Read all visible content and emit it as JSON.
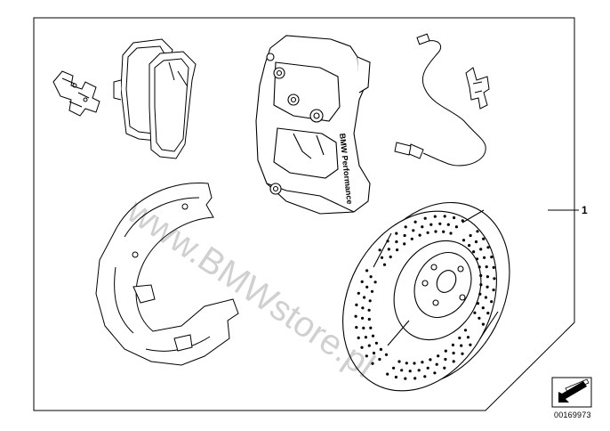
{
  "callout_label": "1",
  "document_number": "00169973",
  "watermark_text": "www.BMWstore.pl",
  "caliper_branding": "BMW Performance",
  "line_color": "#000000",
  "background_color": "#ffffff",
  "icons": [
    "brake-pad-icon",
    "brake-caliper-icon",
    "brake-disc-icon",
    "wear-sensor-icon",
    "dust-shield-icon",
    "arrow-icon"
  ]
}
